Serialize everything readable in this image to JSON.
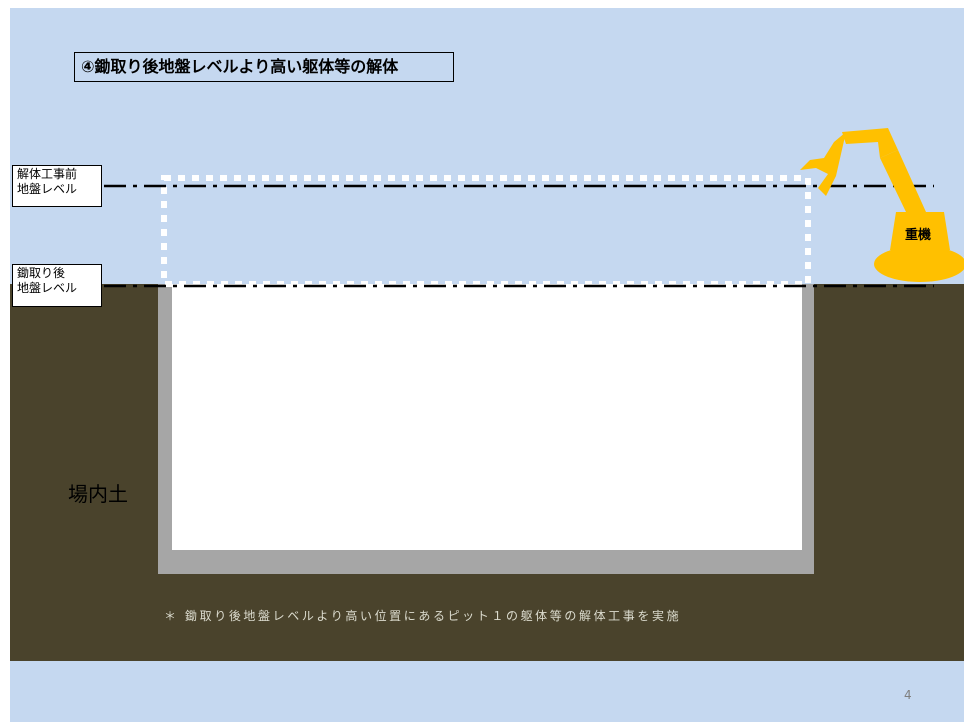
{
  "title": "④鋤取り後地盤レベルより高い躯体等の解体",
  "levels": {
    "before": {
      "line1": "解体工事前",
      "line2": "地盤レベル"
    },
    "after": {
      "line1": "鋤取り後",
      "line2": "地盤レベル"
    }
  },
  "soil_label": "場内土",
  "machine_label": "重機",
  "footnote": "＊ 鋤取り後地盤レベルより高い位置にあるピット１の躯体等の解体工事を実施",
  "page_number": "4",
  "colors": {
    "sky": "#c5d8f0",
    "ground": "#4a432c",
    "pit_wall": "#a6a6a6",
    "pit_inside": "#ffffff",
    "machine": "#ffc000",
    "level_line": "#000000",
    "removed_outline": "#ffffff"
  }
}
